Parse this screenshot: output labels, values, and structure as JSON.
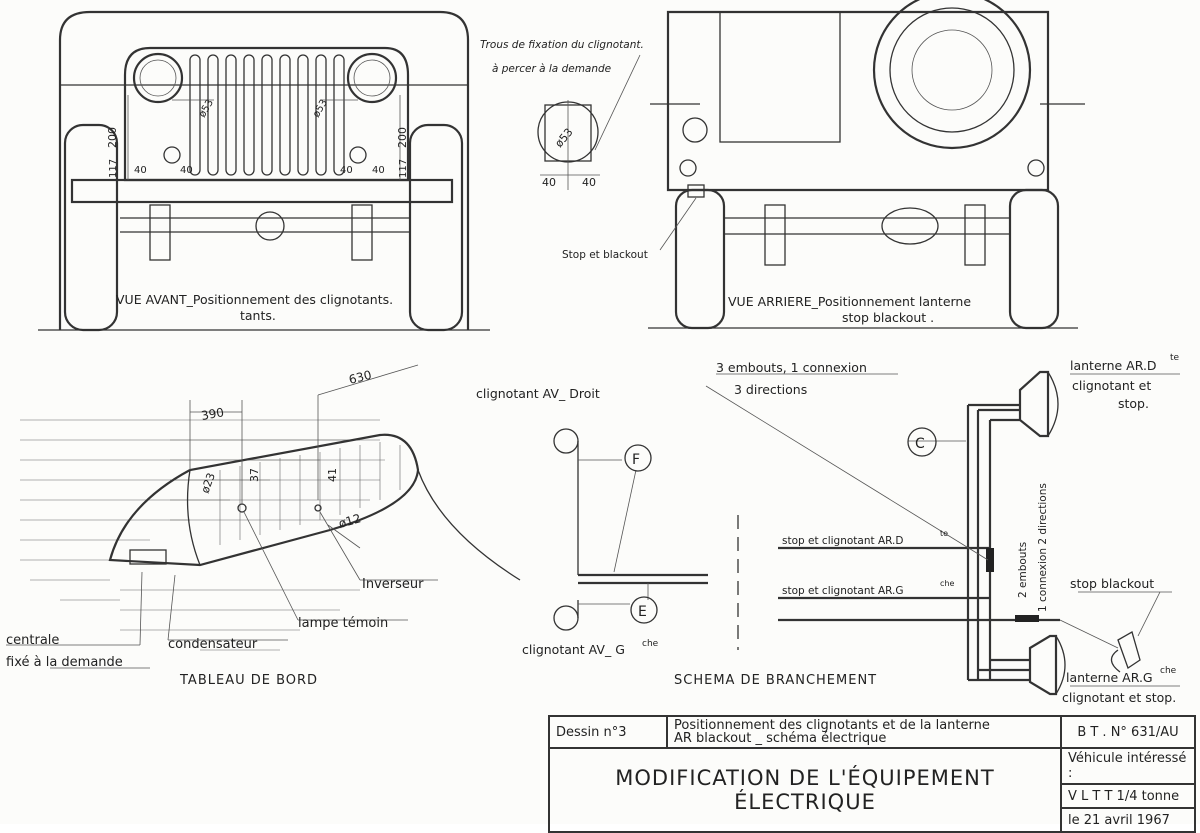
{
  "front_view": {
    "caption_1": "VUE AVANT_Positionnement des clignotants.",
    "caption_2": "tants.",
    "dim_200_left": "200",
    "dim_200_right": "200",
    "dim_117_left": "117",
    "dim_117_right": "117",
    "dim_40_a": "40",
    "dim_40_b": "40",
    "dim_40_c": "40",
    "dim_40_d": "40",
    "dim_phi53_left": "ø53",
    "dim_phi53_right": "ø53",
    "note_1": "Trous de fixation du clignotant.",
    "note_2": "à percer à la demande",
    "detail_phi53": "ø53",
    "detail_40_left": "40",
    "detail_40_right": "40"
  },
  "rear_view": {
    "caption_1": "VUE ARRIERE_Positionnement lanterne",
    "caption_2": "stop blackout .",
    "stop_label": "Stop et blackout"
  },
  "dashboard": {
    "dim_630": "630",
    "dim_390": "390",
    "dim_phi23": "ø23",
    "dim_37": "37",
    "dim_41": "41",
    "dim_phi12": "ø12",
    "inverseur": "Inverseur",
    "lampe_temoin": "lampe témoin",
    "condensateur": "condensateur",
    "centrale": "centrale",
    "fixe": "fixé à la demande",
    "caption": "TABLEAU DE BORD"
  },
  "schema": {
    "clignotant_av_droit": "clignotant AV_ Droit",
    "clignotant_av_gauche": "clignotant AV_ G",
    "gauche_sup": "che",
    "label_f": "F",
    "label_e": "E",
    "label_c": "C",
    "embouts_line1": "3 embouts, 1 connexion",
    "embouts_line2": "3 directions",
    "lanterne_ard": "lanterne AR.D",
    "lanterne_ard_sup": "te",
    "clignotant_stop_d": "clignotant et",
    "stop_d": "stop.",
    "stop_clign_ard": "stop et clignotant AR.D",
    "stop_clign_ard_sup": "te",
    "stop_clign_arg": "stop et clignotant AR.G",
    "stop_clign_arg_sup": "che",
    "embouts2_line1": "2 embouts",
    "embouts2_line2": "1 connexion 2 directions",
    "stop_blackout": "stop blackout",
    "lanterne_arg": "lanterne AR.G",
    "lanterne_arg_sup": "che",
    "clignotant_stop_g": "clignotant et stop.",
    "caption": "SCHEMA DE BRANCHEMENT"
  },
  "title_block": {
    "dessin_no": "Dessin n°3",
    "desc_line1": "Positionnement des clignotants et de la lanterne",
    "desc_line2": "AR blackout _ schéma électrique",
    "bt_no": "B T . N° 631/AU",
    "main_title": "MODIFICATION DE L'ÉQUIPEMENT ÉLECTRIQUE",
    "vehicule_label": "Véhicule intéressé :",
    "vehicule": "V L T T 1/4 tonne",
    "date": "le 21 avril 1967"
  }
}
